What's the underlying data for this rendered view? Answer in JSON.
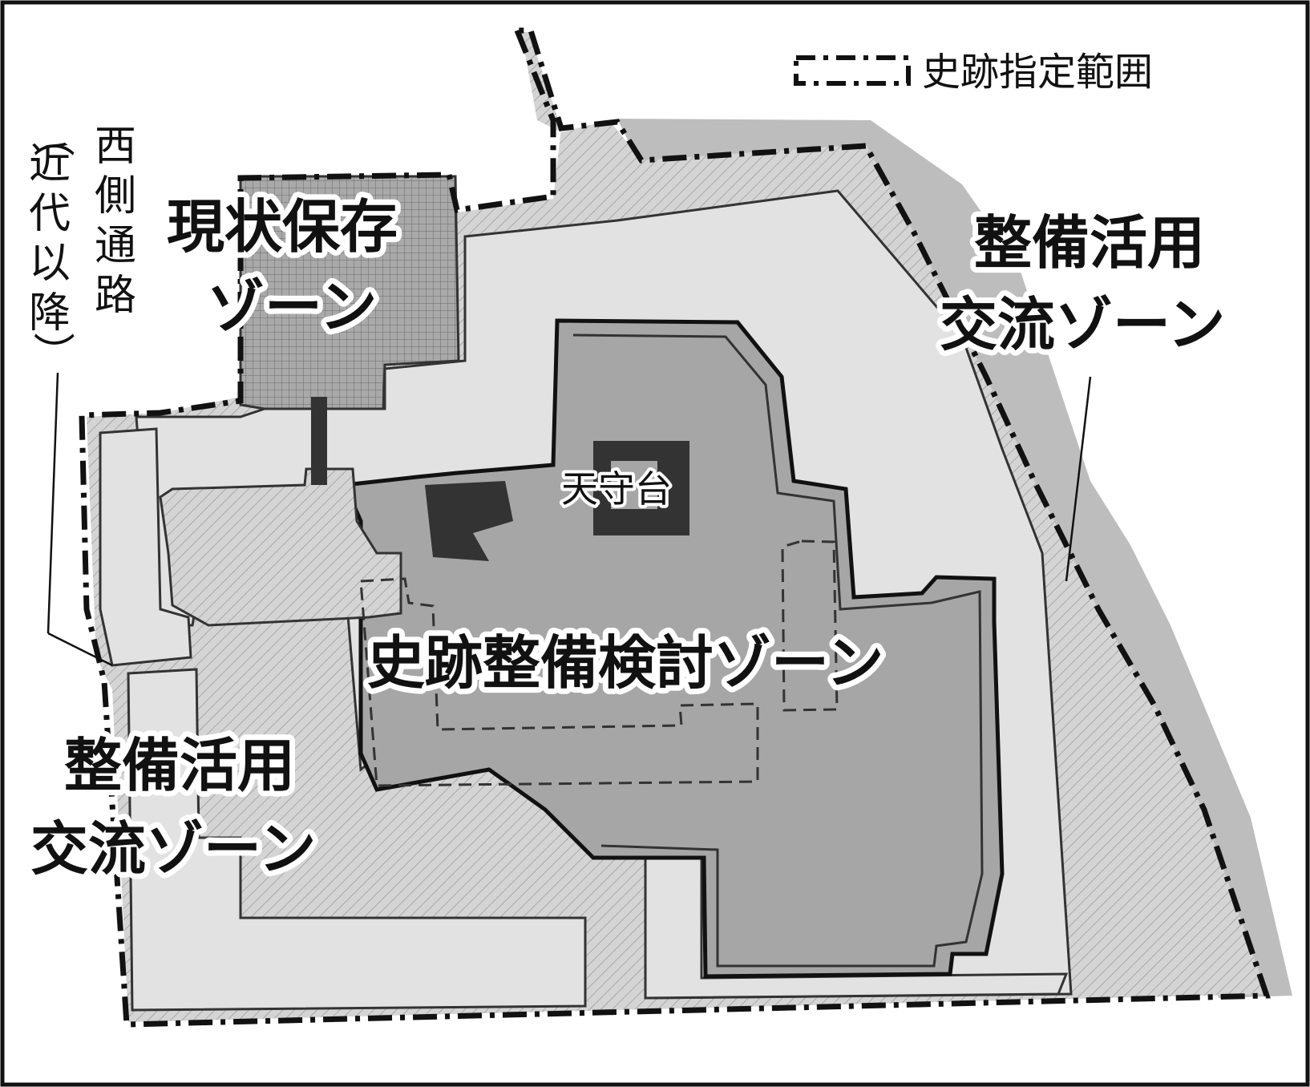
{
  "legend": {
    "label": "史跡指定範囲"
  },
  "zones": {
    "preservation": {
      "line1": "現状保存",
      "line2": "ゾーン"
    },
    "maintenance_review": {
      "label": "史跡整備検討ゾーン"
    },
    "utilization_east": {
      "line1": "整備活用",
      "line2": "交流ゾーン"
    },
    "utilization_west": {
      "line1": "整備活用",
      "line2": "交流ゾーン"
    }
  },
  "features": {
    "tenshudai": "天守台"
  },
  "west_road": {
    "name": [
      "西",
      "側",
      "通",
      "路"
    ],
    "note": [
      "（",
      "近",
      "代",
      "以",
      "降",
      "）"
    ]
  },
  "colors": {
    "outline": "#111111",
    "zone_light": "#e2e2e2",
    "zone_dark": "#a6a6a6",
    "zone_hatched": "#d0d0d0",
    "buffer": "#bdbdbd"
  }
}
